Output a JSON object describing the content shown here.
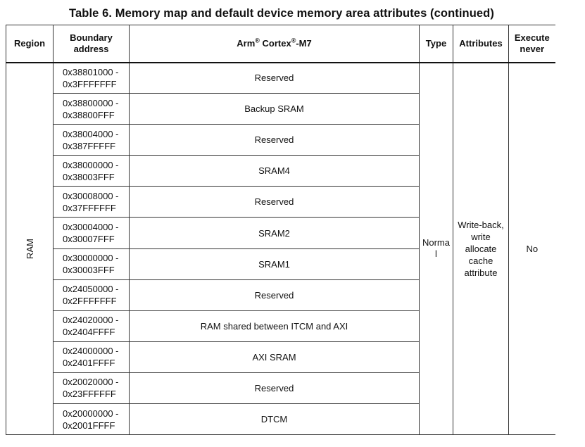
{
  "caption": "Table 6. Memory map and default device memory area attributes (continued)",
  "headers": {
    "region": "Region",
    "boundary_line1": "Boundary",
    "boundary_line2": "address",
    "arm_prefix": "Arm",
    "arm_sup1": "®",
    "arm_mid": " Cortex",
    "arm_sup2": "®",
    "arm_suffix": "-M7",
    "type": "Type",
    "attributes": "Attributes",
    "execute_line1": "Execute",
    "execute_line2": "never"
  },
  "region": "RAM",
  "type_value_line1": "Norma",
  "type_value_line2": "l",
  "attributes_value": [
    "Write-back,",
    "write",
    "allocate",
    "cache",
    "attribute"
  ],
  "execute_never_value": "No",
  "rows": [
    {
      "addr1": "0x38801000 -",
      "addr2": "0x3FFFFFFF",
      "area": "Reserved"
    },
    {
      "addr1": "0x38800000 -",
      "addr2": "0x38800FFF",
      "area": "Backup SRAM"
    },
    {
      "addr1": "0x38004000 -",
      "addr2": "0x387FFFFF",
      "area": "Reserved"
    },
    {
      "addr1": "0x38000000 -",
      "addr2": "0x38003FFF",
      "area": "SRAM4"
    },
    {
      "addr1": "0x30008000 -",
      "addr2": "0x37FFFFFF",
      "area": "Reserved"
    },
    {
      "addr1": "0x30004000 -",
      "addr2": "0x30007FFF",
      "area": "SRAM2"
    },
    {
      "addr1": "0x30000000 -",
      "addr2": "0x30003FFF",
      "area": "SRAM1"
    },
    {
      "addr1": "0x24050000 -",
      "addr2": "0x2FFFFFFF",
      "area": "Reserved"
    },
    {
      "addr1": "0x24020000 -",
      "addr2": "0x2404FFFF",
      "area": "RAM shared between ITCM and AXI"
    },
    {
      "addr1": "0x24000000 -",
      "addr2": "0x2401FFFF",
      "area": "AXI SRAM"
    },
    {
      "addr1": "0x20020000 -",
      "addr2": "0x23FFFFFF",
      "area": "Reserved"
    },
    {
      "addr1": "0x20000000 -",
      "addr2": "0x2001FFFF",
      "area": "DTCM"
    }
  ]
}
